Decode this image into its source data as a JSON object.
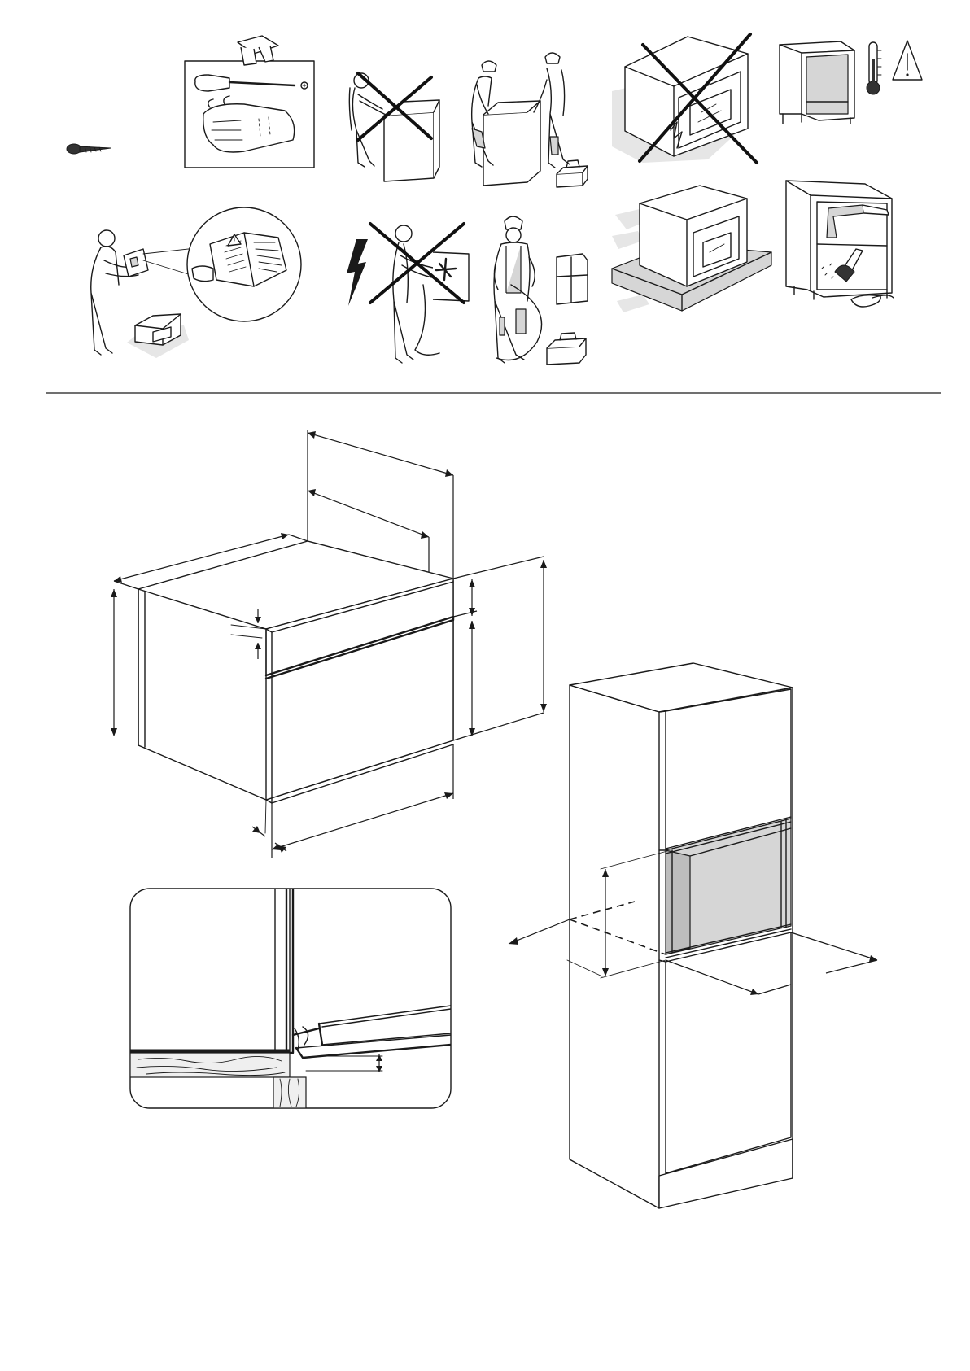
{
  "figure": {
    "pictograms": [
      {
        "id": "screw",
        "icon": "screw-icon"
      },
      {
        "id": "tools",
        "icon": "tools-icon"
      },
      {
        "id": "single-lift-forbidden",
        "icon": "single-person-lift-icon",
        "crossed": true
      },
      {
        "id": "two-person-lift",
        "icon": "two-person-lift-icon",
        "crossed": false
      },
      {
        "id": "damaged-appliance-forbidden",
        "icon": "damaged-oven-icon",
        "crossed": true
      },
      {
        "id": "cabinet-temperature",
        "icon": "cabinet-temperature-icon"
      },
      {
        "id": "read-instructions",
        "icon": "read-manual-icon"
      },
      {
        "id": "electrical-work-forbidden",
        "icon": "electrical-hazard-icon",
        "crossed": true
      },
      {
        "id": "qualified-installer",
        "icon": "qualified-installer-icon",
        "crossed": false
      },
      {
        "id": "oven-on-base",
        "icon": "oven-on-base-icon"
      },
      {
        "id": "clean-cabinet",
        "icon": "clean-cabinet-icon"
      }
    ],
    "colors": {
      "line": "#1a1a1a",
      "shade": "#d6d6d6",
      "floor": "#e6e6e6"
    }
  }
}
